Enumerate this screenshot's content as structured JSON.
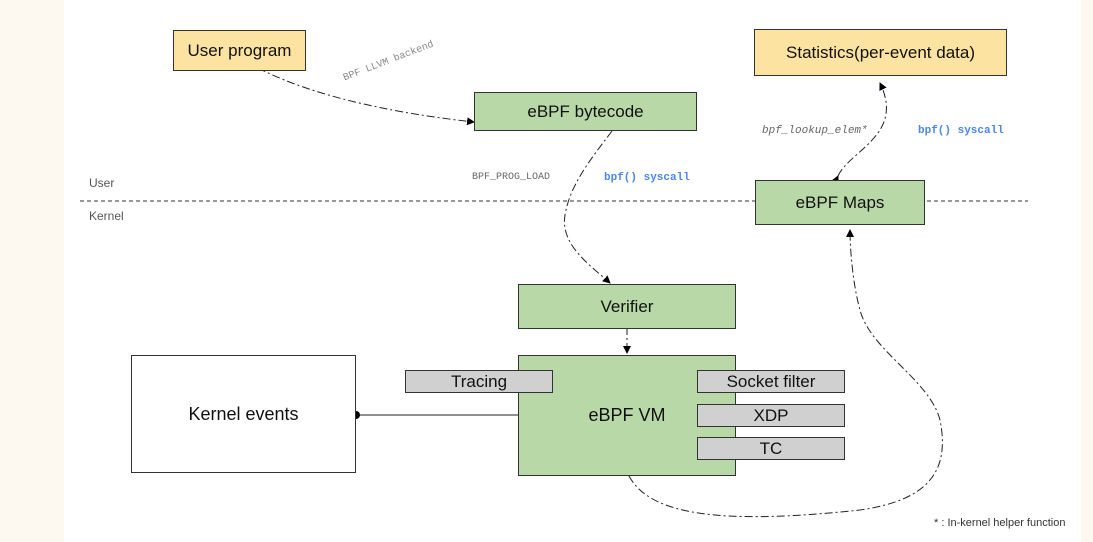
{
  "boxes": {
    "user_program": "User program",
    "ebpf_bytecode": "eBPF bytecode",
    "statistics": "Statistics(per-event data)",
    "ebpf_maps": "eBPF Maps",
    "verifier": "Verifier",
    "kernel_events": "Kernel events",
    "ebpf_vm": "eBPF VM",
    "tracing": "Tracing",
    "socket_filter": "Socket filter",
    "xdp": "XDP",
    "tc": "TC"
  },
  "labels": {
    "llvm_backend": "BPF LLVM backend",
    "prog_load": "BPF_PROG_LOAD",
    "bpf_syscall_load": "bpf() syscall",
    "lookup_elem": "bpf_lookup_elem*",
    "bpf_syscall_maps": "bpf() syscall",
    "user": "User",
    "kernel": "Kernel",
    "footnote": "* : In-kernel helper function"
  },
  "colors": {
    "user_box": "#fde3a1",
    "kernel_box": "#b9d8a8",
    "hook_box": "#d0d0d0",
    "syscall_text": "#4a86e8"
  }
}
